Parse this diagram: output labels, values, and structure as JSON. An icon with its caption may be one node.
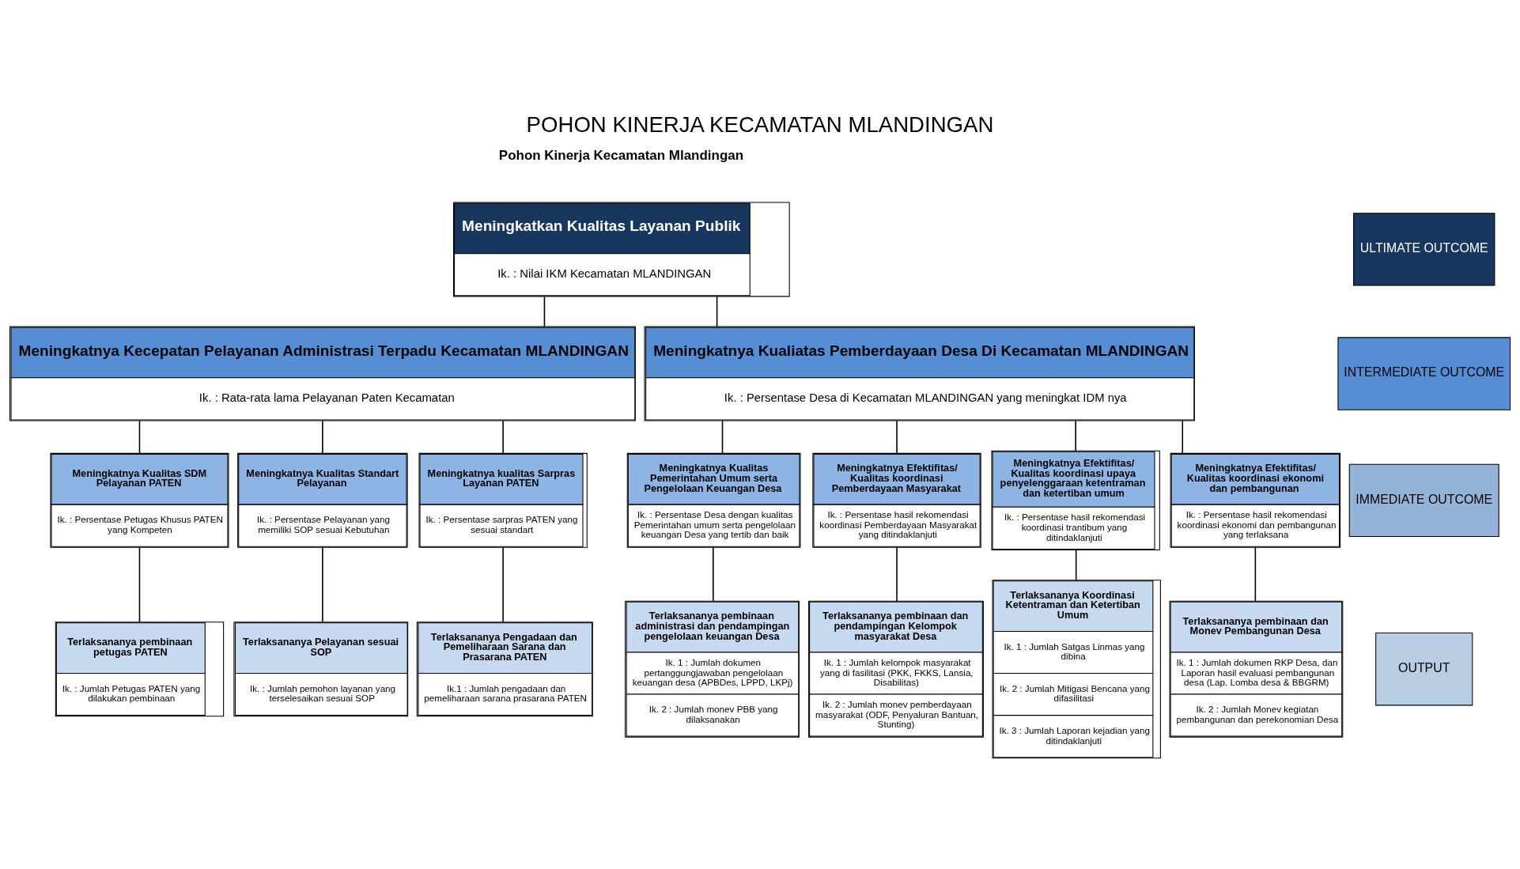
{
  "diagram": {
    "title": "POHON KINERJA KECAMATAN MLANDINGAN",
    "nodes": [
      {
        "text": [
          "Meningkatkan Kualitas Layanan Publik",
          "Ik. : Nilai IKM Kecamatan MLANDINGAN"
        ]
      },
      {
        "text": [
          "Meningkatnya Kecepatan Pelayanan Administrasi Terpadu Kecamatan MLANDINGAN",
          "Ik. : Rata-rata lama Pelayanan Paten Kecamatan"
        ]
      },
      {
        "text": [
          "Meningkatnya Kualiatas Pemberdayaan Desa Di Kecamatan MLANDINGAN",
          "Ik. : Persentase Desa di Kecamatan MLANDINGAN yang meningkat IDM nya"
        ]
      },
      {
        "text": [
          "Meningkatnya Kualitas SDM Pelayanan PATEN",
          "Ik. : Persentase Petugas Khusus PATEN yang Kompeten"
        ]
      },
      {
        "text": [
          "Meningkatnya Kualitas Standart Pelayanan",
          "Ik. : Persentase Pelayanan yang memiliki SOP sesuai Kebutuhan"
        ]
      },
      {
        "text": [
          "Meningkatnya kualitas Sarpras Layanan PATEN",
          "Ik. : Persentase sarpras PATEN yang sesuai standart"
        ]
      },
      {
        "text": [
          "Meningkatnya Kualitas Pemerintahan Umum serta Pengelolaan Keuangan Desa",
          "Ik. : Persentase Desa dengan kualitas Pemerintahan umum serta pengelolaan keuangan Desa yang tertib dan baik"
        ]
      },
      {
        "text": [
          "Meningkatnya Efektifitas/ Kualitas koordinasi Pemberdayaan Masyarakat",
          "Ik. : Persentase hasil rekomendasi koordinasi Pemberdayaan Masyarakat yang ditindaklanjuti"
        ]
      },
      {
        "text": [
          "Meningkatnya Efektifitas/ Kualitas koordinasi upaya penyelenggaraan ketentraman dan ketertiban umum",
          "Ik. : Persentase hasil rekomendasi koordinasi trantibum yang ditindaklanjuti"
        ]
      },
      {
        "text": [
          "Meningkatnya Efektifitas/ Kualitas koordinasi ekonomi dan pembangunan",
          "Ik. : Persentase hasil rekomendasi koordinasi ekonomi dan pembangunan yang terlaksana"
        ]
      },
      {
        "text": [
          "Terlaksananya pembinaan petugas PATEN",
          "Ik. : Jumlah Petugas PATEN yang dilakukan pembinaan"
        ]
      },
      {
        "text": [
          "Terlaksananya Pelayanan sesuai SOP",
          "Ik. : Jumlah pemohon layanan yang terselesaikan sesuai SOP"
        ]
      },
      {
        "text": [
          "Terlaksananya Pengadaan dan Pemeliharaan Sarana dan Prasarana PATEN",
          "Ik.1 : Jumlah pengadaan dan pemeliharaan sarana prasarana PATEN"
        ]
      },
      {
        "text": [
          "Terlaksananya pembinaan administrasi dan pendampingan pengelolaan keuangan Desa",
          "Ik. 1 : Jumlah dokumen pertanggungjawaban pengelolaan keuangan desa (APBDes, LPPD, LKPj)",
          "Ik. 2 : Jumlah monev PBB yang dilaksanakan"
        ]
      },
      {
        "text": [
          "Terlaksananya pembinaan dan pendampingan Kelompok masyarakat Desa",
          "Ik. 1 : Jumlah kelompok masyarakat yang di fasilitasi (PKK, FKKS, Lansia, Disabilitas)",
          "Ik. 2 : Jumlah monev pemberdayaan masyarakat (ODF, Penyaluran Bantuan, Stunting)"
        ]
      },
      {
        "text": [
          "Terlaksananya Koordinasi Ketentraman dan Ketertiban Umum",
          "Ik. 1 : Jumlah Satgas Linmas yang dibina",
          "Ik. 2 : Jumlah Mitigasi Bencana yang difasilitasi",
          "Ik. 3 : Jumlah Laporan kejadian yang ditindaklanjuti"
        ]
      },
      {
        "text": [
          "Terlaksananya pembinaan dan Monev Pembangunan Desa",
          "Ik. 1 : Jumlah dokumen RKP Desa, dan Laporan hasil evaluasi pembangunan desa (Lap. Lomba desa & BBGRM)",
          "Ik. 2 : Jumlah Monev kegiatan pembangunan dan perekonomian Desa"
        ]
      },
      {
        "text": [
          "ULTIMATE OUTCOME"
        ]
      },
      {
        "text": [
          "INTERMEDIATE OUTCOME"
        ]
      },
      {
        "text": [
          "IMMEDIATE OUTCOME"
        ]
      },
      {
        "text": [
          "OUTPUT"
        ]
      }
    ],
    "edges": [
      {
        "from": 0,
        "to": 1,
        "arrow": "none"
      },
      {
        "from": 0,
        "to": 2,
        "arrow": "none"
      },
      {
        "from": 1,
        "to": 3,
        "arrow": "none"
      },
      {
        "from": 1,
        "to": 4,
        "arrow": "none"
      },
      {
        "from": 1,
        "to": 5,
        "arrow": "none"
      },
      {
        "from": 2,
        "to": 6,
        "arrow": "none"
      },
      {
        "from": 2,
        "to": 7,
        "arrow": "none"
      },
      {
        "from": 2,
        "to": 8,
        "arrow": "none"
      },
      {
        "from": 2,
        "to": 9,
        "arrow": "none"
      },
      {
        "from": 3,
        "to": 10,
        "arrow": "none"
      },
      {
        "from": 4,
        "to": 11,
        "arrow": "none"
      },
      {
        "from": 5,
        "to": 12,
        "arrow": "none"
      },
      {
        "from": 6,
        "to": 13,
        "arrow": "none"
      },
      {
        "from": 7,
        "to": 14,
        "arrow": "none"
      },
      {
        "from": 8,
        "to": 15,
        "arrow": "none"
      },
      {
        "from": 9,
        "to": 16,
        "arrow": "none"
      }
    ],
    "labels": [
      "Pohon Kinerja Kecamatan Mlandingan"
    ]
  }
}
